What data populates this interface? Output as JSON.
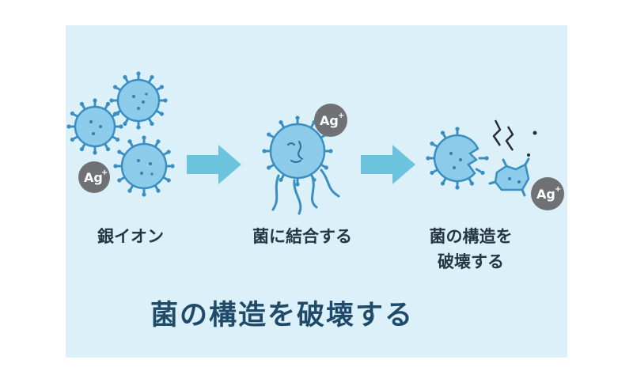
{
  "steps": [
    {
      "label": "銀イオン",
      "lines": [
        "銀イオン"
      ]
    },
    {
      "label": "菌に結合する",
      "lines": [
        "菌に結合する"
      ]
    },
    {
      "label": "菌の構造を破壊する",
      "lines": [
        "菌の構造を",
        "破壊する"
      ]
    }
  ],
  "title": "菌の構造を破壊する",
  "ion_label": "Ag",
  "ion_charge": "+",
  "colors": {
    "panel_bg": "#dcf0f9",
    "bacteria_fill": "#8ccbea",
    "bacteria_stroke": "#3a8fc2",
    "arrow": "#6cc3dd",
    "badge": "#6f7175",
    "title_text": "#1f4a6a",
    "label_text": "#243746"
  }
}
